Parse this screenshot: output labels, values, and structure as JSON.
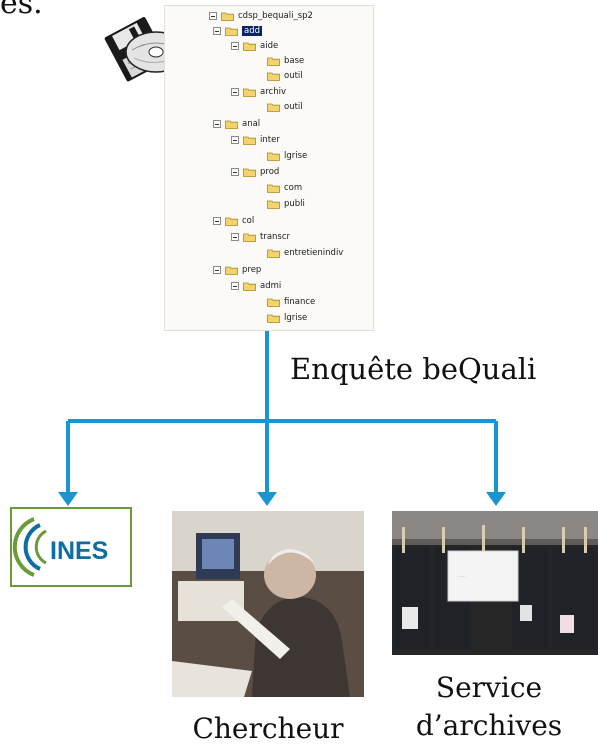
{
  "header_fragment": "es.",
  "tree": {
    "items": [
      {
        "label": "cdsp_bequali_sp2",
        "depth": 0,
        "expanded": true,
        "selected": false
      },
      {
        "label": "add",
        "depth": 1,
        "expanded": true,
        "selected": true
      },
      {
        "label": "aide",
        "depth": 2,
        "expanded": true,
        "selected": false
      },
      {
        "label": "base",
        "depth": 3,
        "expanded": false,
        "selected": false
      },
      {
        "label": "outil",
        "depth": 3,
        "expanded": false,
        "selected": false
      },
      {
        "label": "archiv",
        "depth": 2,
        "expanded": true,
        "selected": false
      },
      {
        "label": "outil",
        "depth": 3,
        "expanded": false,
        "selected": false
      },
      {
        "label": "anal",
        "depth": 1,
        "expanded": true,
        "selected": false
      },
      {
        "label": "inter",
        "depth": 2,
        "expanded": true,
        "selected": false
      },
      {
        "label": "lgrise",
        "depth": 3,
        "expanded": false,
        "selected": false
      },
      {
        "label": "prod",
        "depth": 2,
        "expanded": true,
        "selected": false
      },
      {
        "label": "com",
        "depth": 3,
        "expanded": false,
        "selected": false
      },
      {
        "label": "publi",
        "depth": 3,
        "expanded": false,
        "selected": false
      },
      {
        "label": "col",
        "depth": 1,
        "expanded": true,
        "selected": false
      },
      {
        "label": "transcr",
        "depth": 2,
        "expanded": true,
        "selected": false
      },
      {
        "label": "entretienindiv",
        "depth": 3,
        "expanded": false,
        "selected": false
      },
      {
        "label": "prep",
        "depth": 1,
        "expanded": true,
        "selected": false
      },
      {
        "label": "admi",
        "depth": 2,
        "expanded": true,
        "selected": false
      },
      {
        "label": "finance",
        "depth": 3,
        "expanded": false,
        "selected": false
      },
      {
        "label": "lgrise",
        "depth": 3,
        "expanded": false,
        "selected": false
      }
    ]
  },
  "source_caption": "Enquête beQuali",
  "ines_logo_text": "INES",
  "targets": {
    "chercheur": "Chercheur",
    "service_line1": "Service",
    "service_line2": "d’archives"
  },
  "colors": {
    "connector": "#1b95cf",
    "ines_blue": "#0d6e9f",
    "ines_green": "#6a9a3a",
    "folder_yellow": "#f3d36b",
    "selection": "#0a246a"
  },
  "archive_sign_text": "......"
}
